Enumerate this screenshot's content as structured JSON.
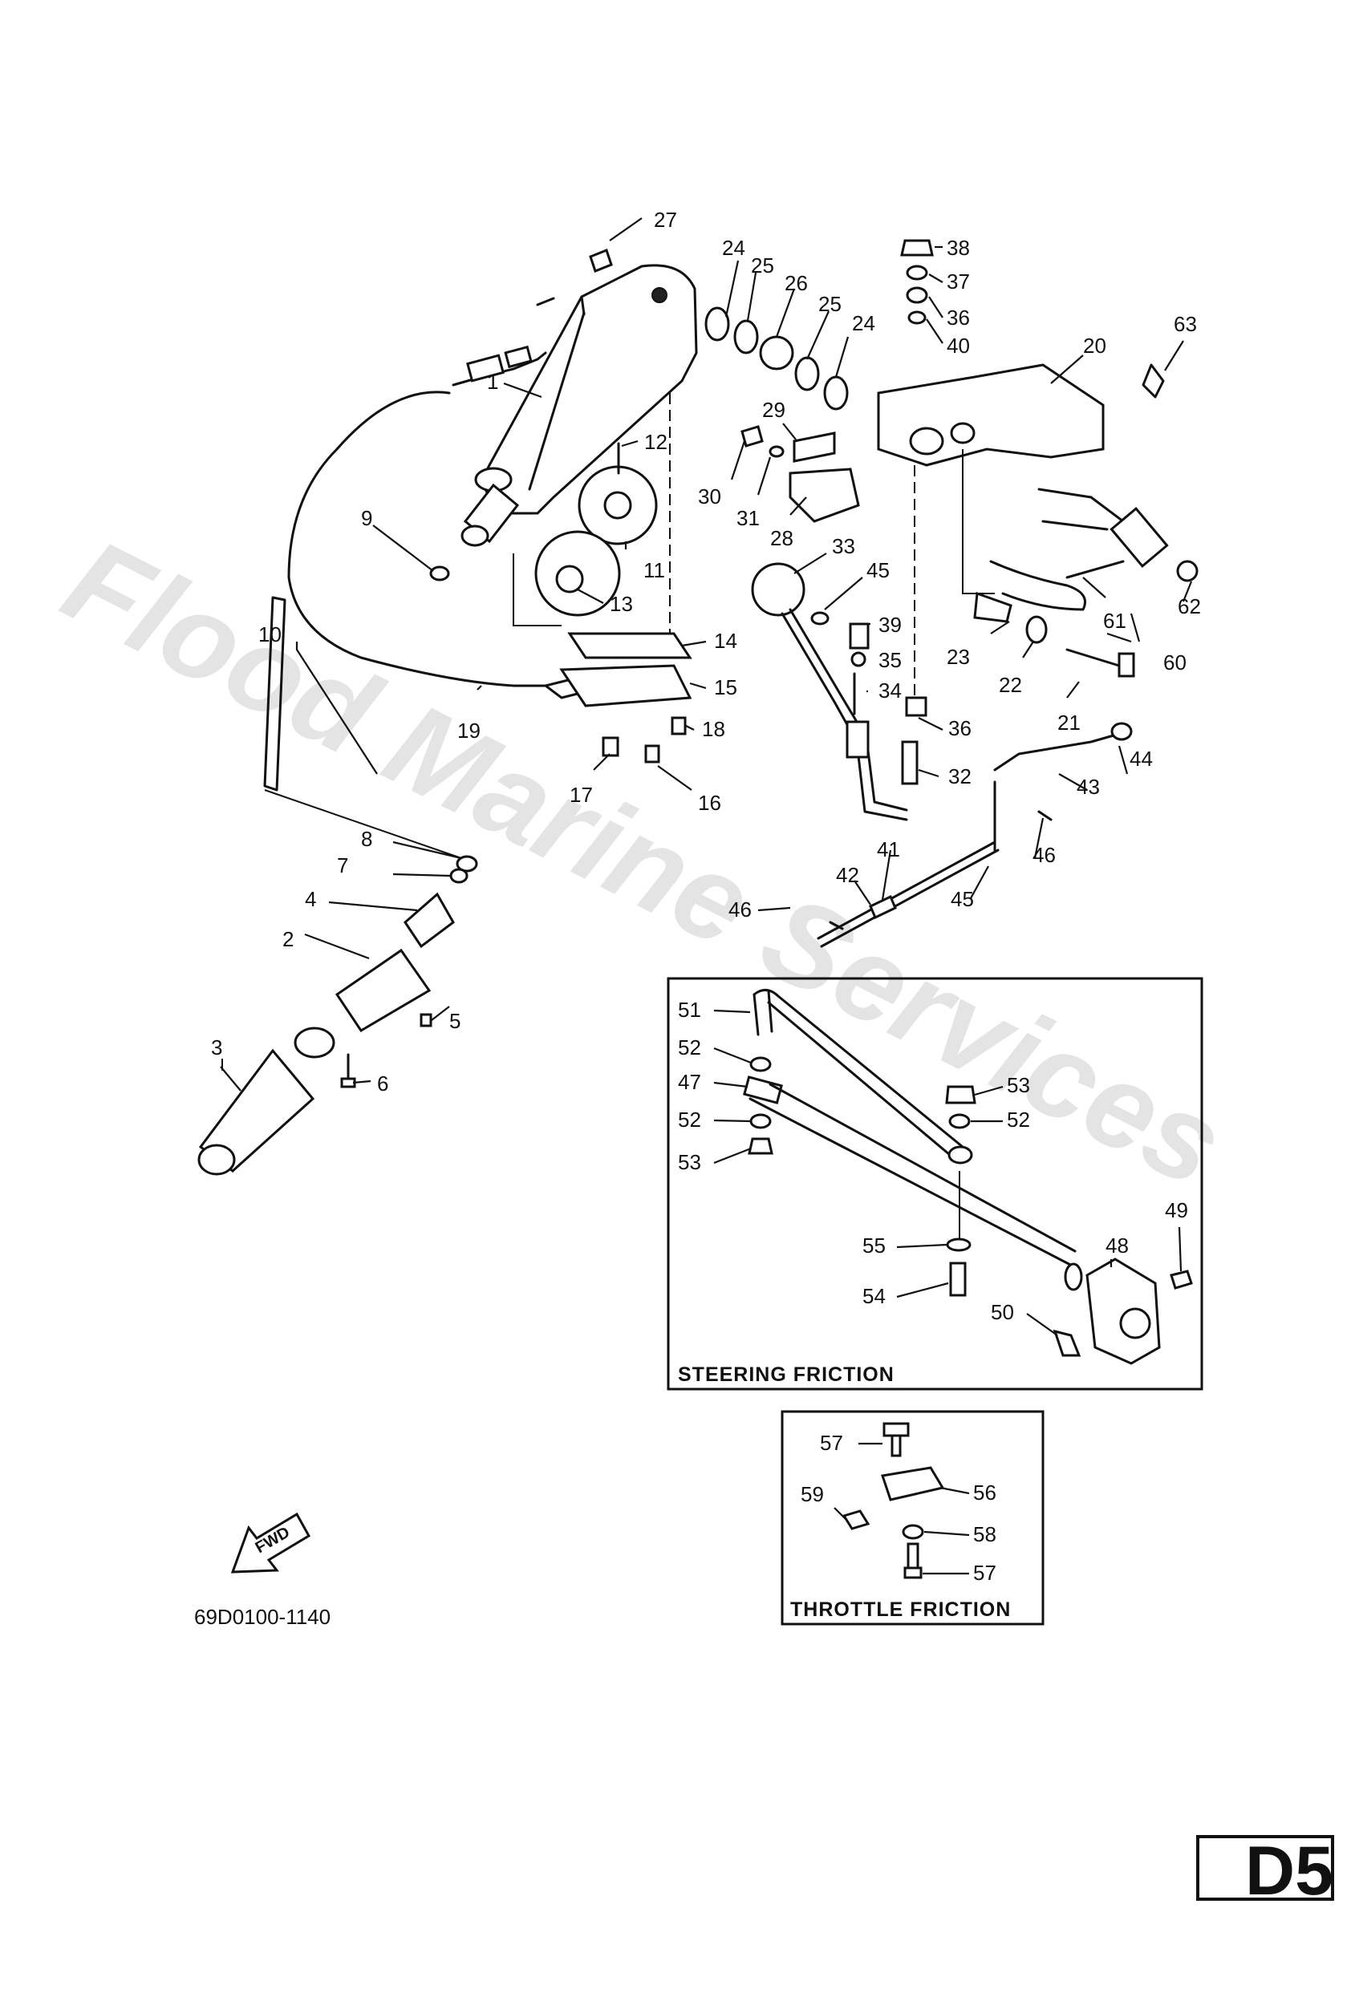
{
  "watermark": "Flood Marine Services",
  "diagram_code": "69D0100-1140",
  "page_code": "D5",
  "fwd_label": "FWD",
  "sections": {
    "steering": "STEERING  FRICTION",
    "throttle": "THROTTLE  FRICTION"
  },
  "callouts": [
    "27",
    "24",
    "25",
    "26",
    "25",
    "24",
    "38",
    "37",
    "36",
    "40",
    "20",
    "63",
    "1",
    "29",
    "12",
    "30",
    "31",
    "28",
    "9",
    "11",
    "13",
    "33",
    "45",
    "39",
    "35",
    "34",
    "61",
    "62",
    "60",
    "23",
    "22",
    "21",
    "14",
    "15",
    "10",
    "19",
    "18",
    "17",
    "16",
    "36",
    "32",
    "44",
    "43",
    "8",
    "7",
    "4",
    "2",
    "5",
    "41",
    "46",
    "42",
    "46",
    "45",
    "3",
    "6",
    "51",
    "52",
    "47",
    "52",
    "53",
    "53",
    "52",
    "49",
    "48",
    "55",
    "54",
    "50",
    "57",
    "56",
    "59",
    "58",
    "57"
  ]
}
